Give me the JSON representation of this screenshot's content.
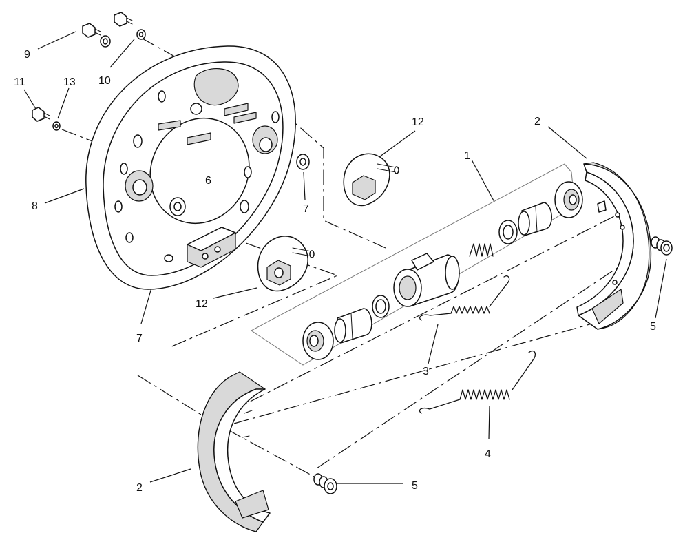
{
  "diagram": {
    "callouts": {
      "c1": "1",
      "c2_upper": "2",
      "c2_lower": "2",
      "c3": "3",
      "c4": "4",
      "c5_right": "5",
      "c5_bottom": "5",
      "c6": "6",
      "c7_right": "7",
      "c7_left": "7",
      "c8": "8",
      "c9": "9",
      "c10": "10",
      "c11": "11",
      "c12_upper": "12",
      "c12_lower": "12",
      "c13": "13"
    }
  }
}
